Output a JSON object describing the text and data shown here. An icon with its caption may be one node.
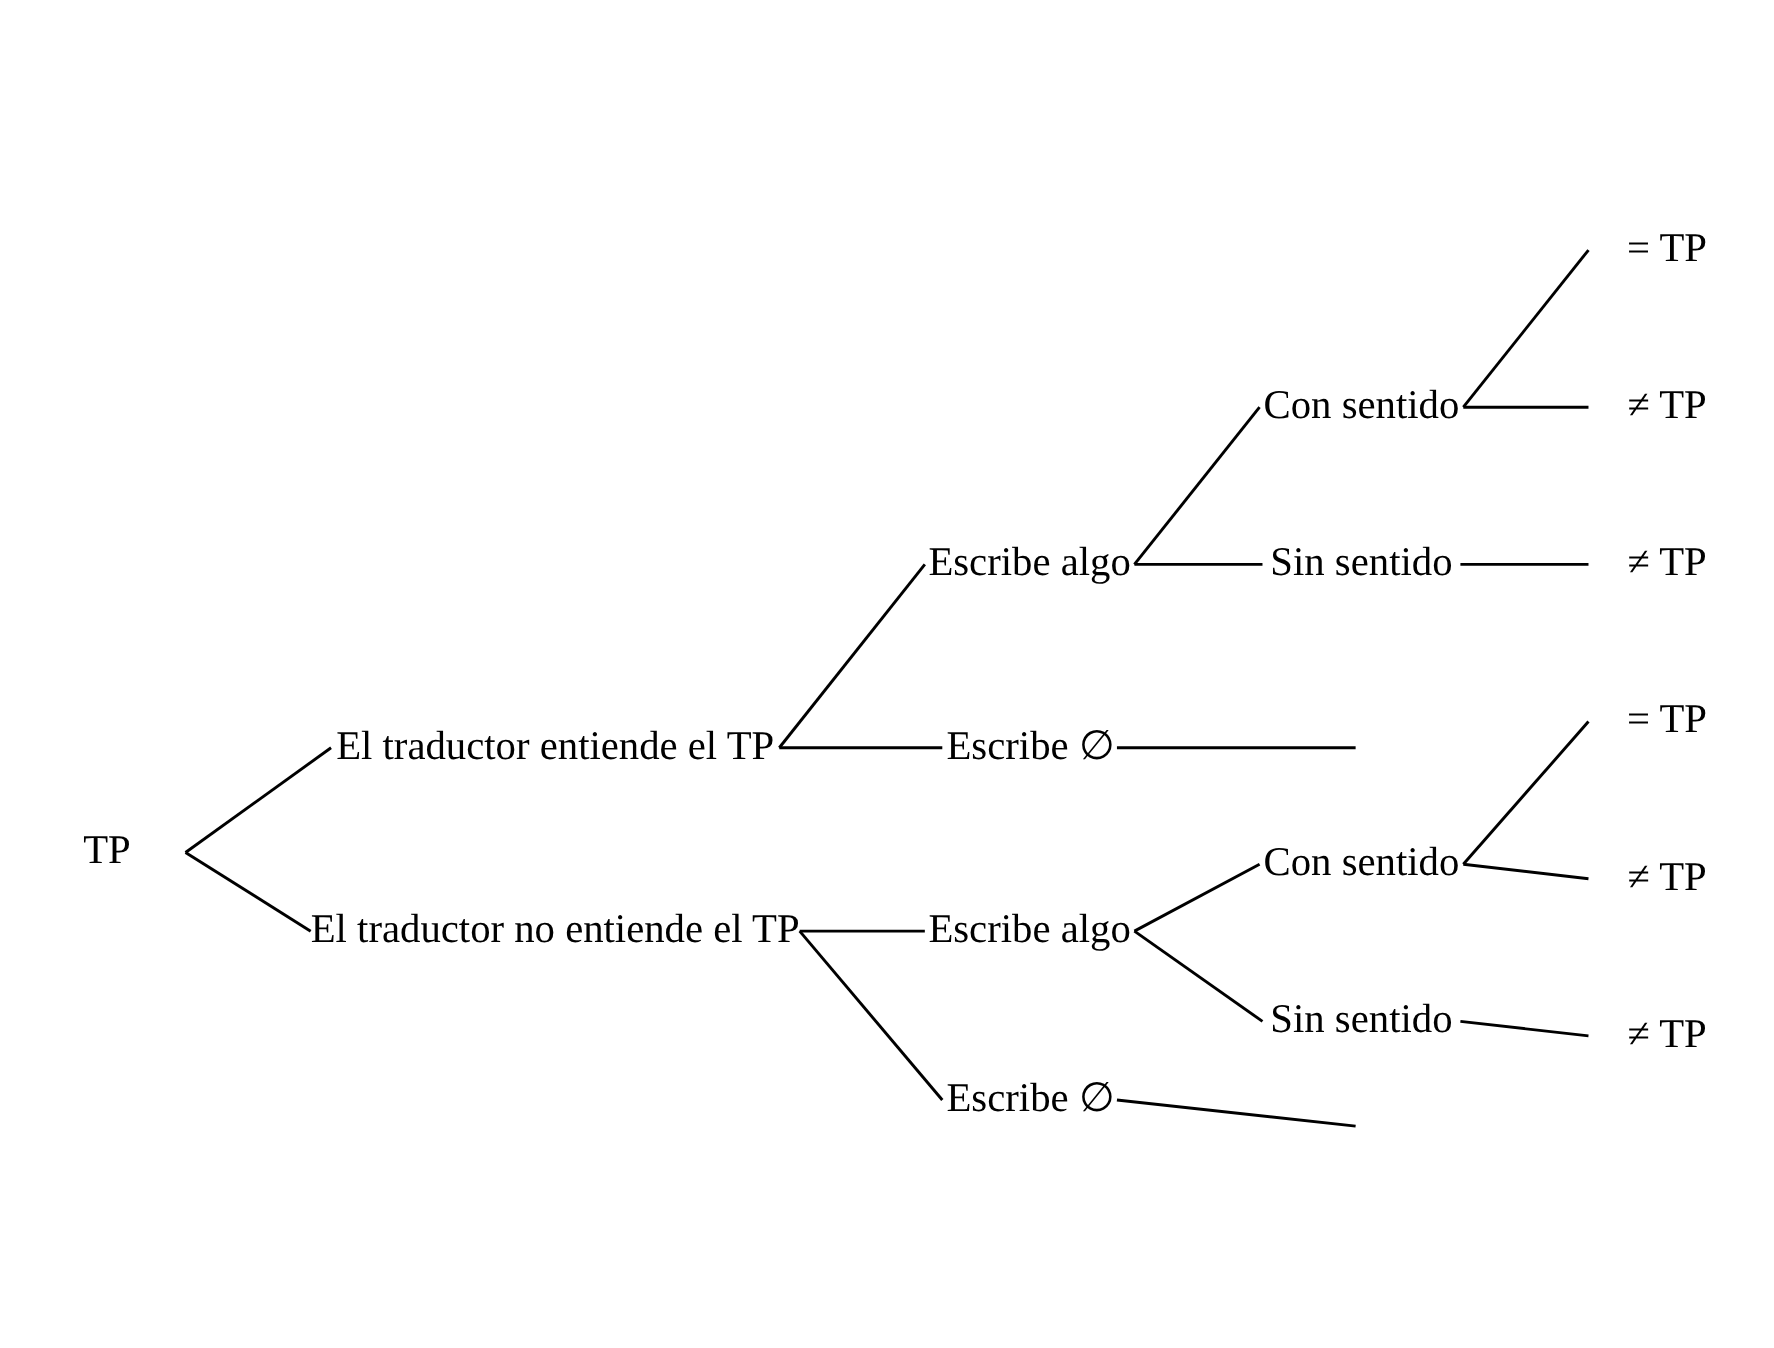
{
  "diagram": {
    "nodes": [
      {
        "text": [
          "TP"
        ]
      },
      {
        "text": [
          "El traductor entiende el TP"
        ]
      },
      {
        "text": [
          "Escribe algo"
        ]
      },
      {
        "text": [
          "Con sentido"
        ]
      },
      {
        "text": [
          "= TP"
        ]
      },
      {
        "text": [
          "≠ TP"
        ]
      },
      {
        "text": [
          "Sin sentido"
        ]
      },
      {
        "text": [
          "≠ TP"
        ]
      },
      {
        "text": [
          "Escribe ∅"
        ]
      },
      {
        "text": [
          "El traductor no entiende el TP"
        ]
      },
      {
        "text": [
          "Escribe algo"
        ]
      },
      {
        "text": [
          "Con sentido"
        ]
      },
      {
        "text": [
          "= TP"
        ]
      },
      {
        "text": [
          "≠ TP"
        ]
      },
      {
        "text": [
          "Sin sentido"
        ]
      },
      {
        "text": [
          "≠ TP"
        ]
      },
      {
        "text": [
          "Escribe ∅"
        ]
      }
    ],
    "edges": [
      {
        "from": 0,
        "to": 1,
        "arrow": "none"
      },
      {
        "from": 1,
        "to": 2,
        "arrow": "none"
      },
      {
        "from": 2,
        "to": 3,
        "arrow": "none"
      },
      {
        "from": 3,
        "to": 4,
        "arrow": "none"
      },
      {
        "from": 3,
        "to": 5,
        "arrow": "none"
      },
      {
        "from": 2,
        "to": 6,
        "arrow": "none"
      },
      {
        "from": 6,
        "to": 7,
        "arrow": "none"
      },
      {
        "from": 1,
        "to": 8,
        "arrow": "none"
      },
      {
        "from": 8,
        "to": null,
        "arrow": "none"
      },
      {
        "from": 0,
        "to": 9,
        "arrow": "none"
      },
      {
        "from": 9,
        "to": 10,
        "arrow": "none"
      },
      {
        "from": 10,
        "to": 11,
        "arrow": "none"
      },
      {
        "from": 11,
        "to": 12,
        "arrow": "none"
      },
      {
        "from": 11,
        "to": 13,
        "arrow": "none"
      },
      {
        "from": 10,
        "to": 14,
        "arrow": "none"
      },
      {
        "from": 14,
        "to": 15,
        "arrow": "none"
      },
      {
        "from": 9,
        "to": 16,
        "arrow": "none"
      },
      {
        "from": 16,
        "to": null,
        "arrow": "none"
      }
    ]
  }
}
